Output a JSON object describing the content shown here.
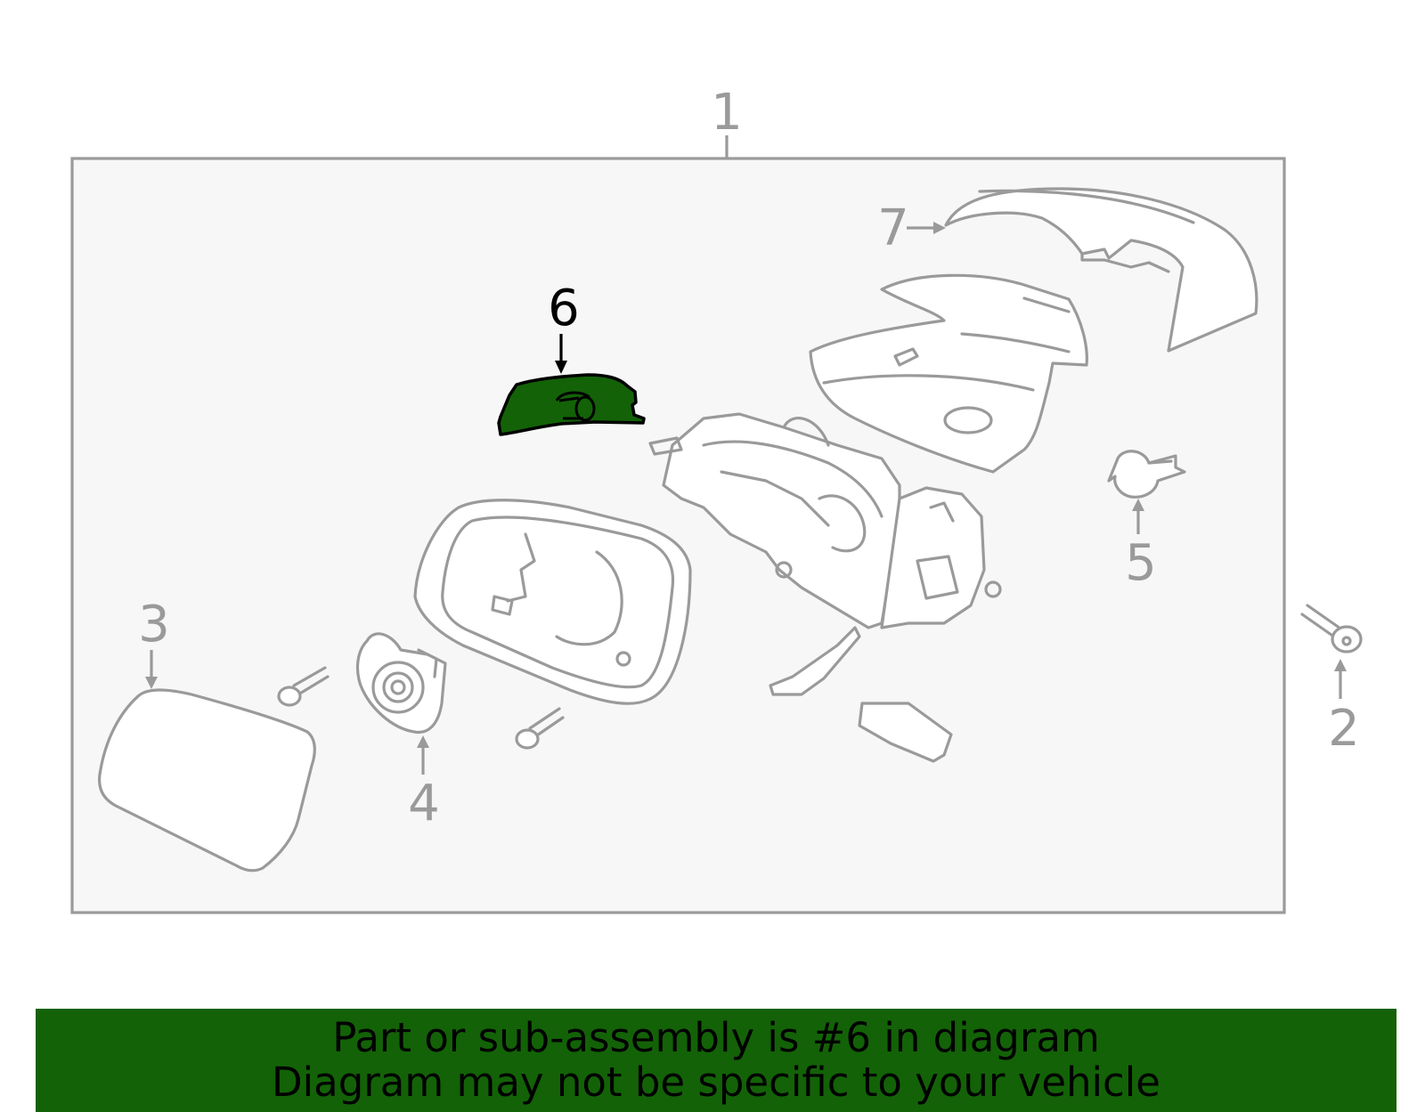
{
  "diagram": {
    "callouts": {
      "c1": "1",
      "c2": "2",
      "c3": "3",
      "c4": "4",
      "c5": "5",
      "c6": "6",
      "c7": "7"
    },
    "highlighted_part": "6",
    "colors": {
      "highlight_fill": "#136207",
      "line_gray": "#9a9a9a",
      "panel_bg": "#f7f7f7"
    }
  },
  "banner": {
    "line1": "Part or sub-assembly is #6 in diagram",
    "line2": "Diagram may not be specific to your vehicle",
    "background": "#136207"
  }
}
